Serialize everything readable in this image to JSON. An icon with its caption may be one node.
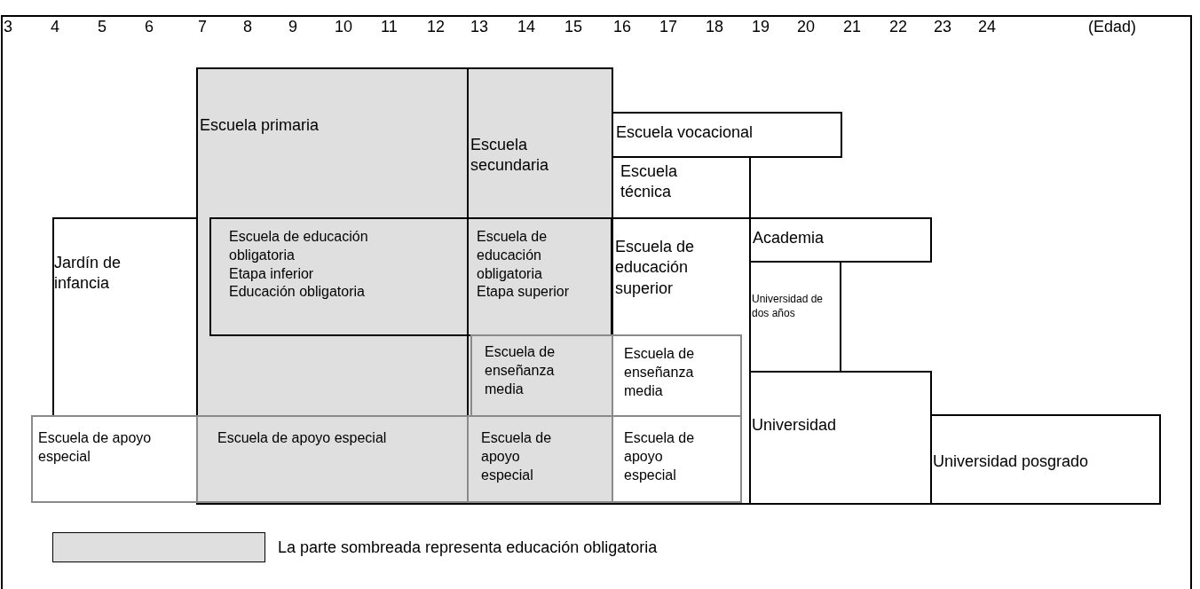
{
  "diagram": {
    "nodes": [
      {
        "text": [
          "Escuela primaria"
        ]
      },
      {
        "text": [
          "Escuela secundaria"
        ]
      },
      {
        "text": [
          "Escuela vocacional"
        ]
      },
      {
        "text": [
          "Escuela técnica"
        ]
      },
      {
        "text": [
          "Jardín de infancia"
        ]
      },
      {
        "text": [
          "Escuela de educación obligatoria",
          "Etapa inferior",
          "Educación obligatoria"
        ],
        "in": 0
      },
      {
        "text": [
          "Escuela de educación obligatoria",
          "Etapa superior"
        ],
        "in": 1
      },
      {
        "text": [
          "Escuela de educación superior"
        ]
      },
      {
        "text": [
          "Academia"
        ]
      },
      {
        "text": [
          "Universidad de dos años"
        ]
      },
      {
        "text": [
          "Escuela de enseñanza media"
        ],
        "in": 1
      },
      {
        "text": [
          "Escuela de enseñanza media"
        ],
        "in": 7
      },
      {
        "text": [
          "Escuela de apoyo especial"
        ]
      },
      {
        "text": [
          "Escuela de apoyo especial"
        ],
        "in": 0
      },
      {
        "text": [
          "Escuela de apoyo especial"
        ],
        "in": 1
      },
      {
        "text": [
          "Escuela de apoyo especial"
        ],
        "in": 7
      },
      {
        "text": [
          "Universidad"
        ]
      },
      {
        "text": [
          "Universidad posgrado"
        ]
      }
    ],
    "labels": [
      "3",
      "4",
      "5",
      "6",
      "7",
      "8",
      "9",
      "10",
      "11",
      "12",
      "13",
      "14",
      "15",
      "16",
      "17",
      "18",
      "19",
      "20",
      "21",
      "22",
      "23",
      "24",
      "(Edad)"
    ],
    "legend": [
      {
        "text": "La parte sombreada representa educación obligatoria",
        "color": "#dfdfdf"
      }
    ]
  }
}
